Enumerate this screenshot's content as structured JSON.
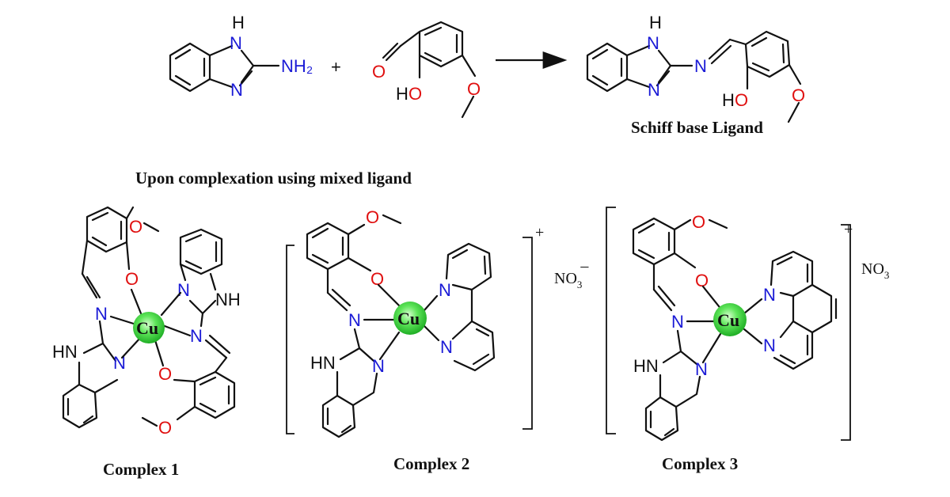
{
  "reaction": {
    "reactant1_nh": "H",
    "reactant1_amine": "NH₂",
    "reactant1_n": "N",
    "plus": "+",
    "reactant2_o": "O",
    "reactant2_ho": "HO",
    "reactant2_ome": "O",
    "product_h": "H",
    "product_n1": "N",
    "product_n2": "N",
    "product_n3": "N",
    "product_ho": "HO",
    "product_ome": "O",
    "product_label": "Schiff base Ligand"
  },
  "complexation_text": "Upon complexation using mixed ligand",
  "complexes": [
    {
      "label": "Complex 1",
      "metal": "Cu",
      "atoms": {
        "o_methoxy_top": "O",
        "o_phenolate_top": "O",
        "n_imine_left": "N",
        "hn_left": "HN",
        "n_benz_left": "N",
        "n_benz_right_top": "N",
        "nh_right": "NH",
        "n_imine_right": "N",
        "o_phenolate_bottom": "O",
        "o_methoxy_bottom": "O"
      }
    },
    {
      "label": "Complex 2",
      "metal": "Cu",
      "charge": "+",
      "counterion": "NO",
      "counterion_sub": "3",
      "counterion_charge": "–",
      "atoms": {
        "o_methoxy": "O",
        "o_phenolate": "O",
        "n_imine": "N",
        "hn": "HN",
        "n_benz": "N",
        "n_bipy_1": "N",
        "n_bipy_2": "N"
      }
    },
    {
      "label": "Complex 3",
      "metal": "Cu",
      "charge": "+",
      "counterion": "NO",
      "counterion_sub": "3",
      "atoms": {
        "o_methoxy": "O",
        "o_phenolate": "O",
        "n_imine": "N",
        "hn": "HN",
        "n_benz": "N",
        "n_phen_1": "N",
        "n_phen_2": "N"
      }
    }
  ],
  "colors": {
    "nitrogen": "#1a1ad6",
    "oxygen": "#e01010",
    "copper_sphere": "#3fd43f",
    "bonds": "#111111"
  }
}
